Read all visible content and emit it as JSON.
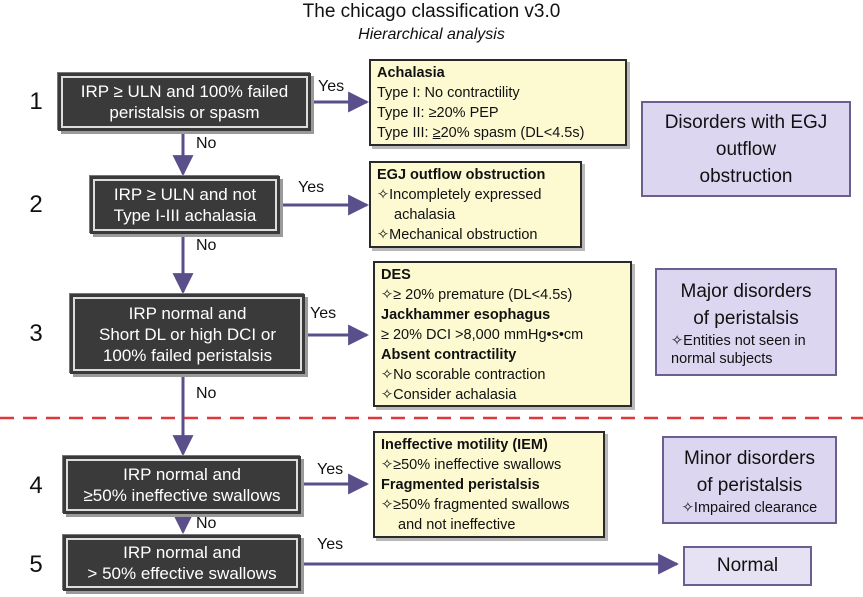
{
  "title": "The chicago classification v3.0",
  "subtitle": "Hierarchical analysis",
  "steps": [
    {
      "num": "1",
      "question_line1": "IRP ≥ ULN and 100% failed",
      "question_line2": "peristalsis or spasm"
    },
    {
      "num": "2",
      "question_line1": "IRP ≥ ULN and not",
      "question_line2": "Type I-III achalasia"
    },
    {
      "num": "3",
      "question_line1": "IRP normal and",
      "question_line2": "Short DL or high DCI or",
      "question_line3": "100% failed peristalsis"
    },
    {
      "num": "4",
      "question_line1": "IRP normal and",
      "question_line2": "≥50% ineffective swallows"
    },
    {
      "num": "5",
      "question_line1": "IRP normal and",
      "question_line2": "> 50% effective swallows"
    }
  ],
  "labels": {
    "yes": "Yes",
    "no": "No"
  },
  "results": {
    "r1": {
      "heading": "Achalasia",
      "line1": "Type I:  No contractility",
      "line2": "Type II: ≥20% PEP",
      "line3_prefix": "Type III: ",
      "line3_underlined": "≥",
      "line3_rest": "20% spasm (DL<4.5s)"
    },
    "r2": {
      "heading": "EGJ outflow obstruction",
      "bullet1_line1": "✧Incompletely expressed",
      "bullet1_line2": "achalasia",
      "bullet2": "✧Mechanical obstruction"
    },
    "r3": {
      "h1": "DES",
      "l1": "✧≥ 20% premature (DL<4.5s)",
      "h2": "Jackhammer esophagus",
      "l2": "≥ 20% DCI >8,000 mmHg•s•cm",
      "h3": "Absent contractility",
      "l3": "✧No scorable contraction",
      "l4": "✧Consider achalasia"
    },
    "r4": {
      "h1": "Ineffective motility (IEM)",
      "l1": "✧≥50% ineffective swallows",
      "h2": "Fragmented peristalsis",
      "l2": "✧≥50% fragmented swallows",
      "l3": "and not ineffective"
    },
    "r5": {
      "text": "Normal"
    }
  },
  "categories": {
    "c1": {
      "line1": "Disorders with EGJ",
      "line2": "outflow",
      "line3": "obstruction"
    },
    "c2": {
      "line1": "Major disorders",
      "line2": "of peristalsis",
      "note1": "✧Entities not seen in",
      "note2": "normal subjects"
    },
    "c3": {
      "line1": "Minor disorders",
      "line2": "of peristalsis",
      "note1": "✧Impaired clearance"
    }
  },
  "colors": {
    "question_box": "#3a3a3a",
    "result_box": "#fdfad2",
    "category_box": "#dcd6f0",
    "arrow": "#5a4f8a",
    "divider": "#e0373b"
  }
}
